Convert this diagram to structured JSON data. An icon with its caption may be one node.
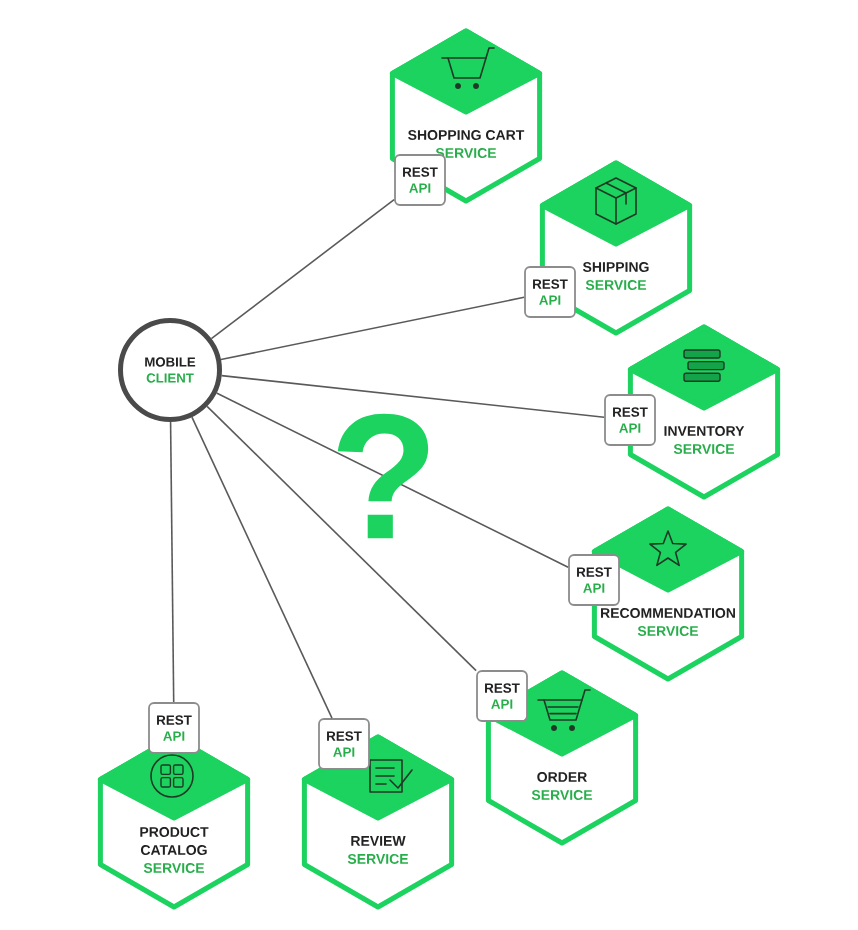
{
  "diagram": {
    "nodes": [
      {
        "text": [
          "MOBILE",
          "CLIENT"
        ]
      },
      {
        "text": [
          "SHOPPING CART",
          "SERVICE"
        ]
      },
      {
        "text": [
          "REST",
          "API"
        ]
      },
      {
        "text": [
          "SHIPPING",
          "SERVICE"
        ]
      },
      {
        "text": [
          "REST",
          "API"
        ]
      },
      {
        "text": [
          "INVENTORY",
          "SERVICE"
        ]
      },
      {
        "text": [
          "REST",
          "API"
        ]
      },
      {
        "text": [
          "RECOMMENDATION",
          "SERVICE"
        ]
      },
      {
        "text": [
          "REST",
          "API"
        ]
      },
      {
        "text": [
          "ORDER",
          "SERVICE"
        ]
      },
      {
        "text": [
          "REST",
          "API"
        ]
      },
      {
        "text": [
          "REVIEW",
          "SERVICE"
        ]
      },
      {
        "text": [
          "REST",
          "API"
        ]
      },
      {
        "text": [
          "PRODUCT CATALOG",
          "SERVICE"
        ]
      },
      {
        "text": [
          "REST",
          "API"
        ]
      }
    ],
    "edges": [
      {
        "from": 0,
        "to": 2,
        "arrow": "none"
      },
      {
        "from": 0,
        "to": 4,
        "arrow": "none"
      },
      {
        "from": 0,
        "to": 6,
        "arrow": "none"
      },
      {
        "from": 0,
        "to": 8,
        "arrow": "none"
      },
      {
        "from": 0,
        "to": 10,
        "arrow": "none"
      },
      {
        "from": 0,
        "to": 12,
        "arrow": "none"
      },
      {
        "from": 0,
        "to": 14,
        "arrow": "none"
      }
    ],
    "labels": [
      "?"
    ]
  }
}
